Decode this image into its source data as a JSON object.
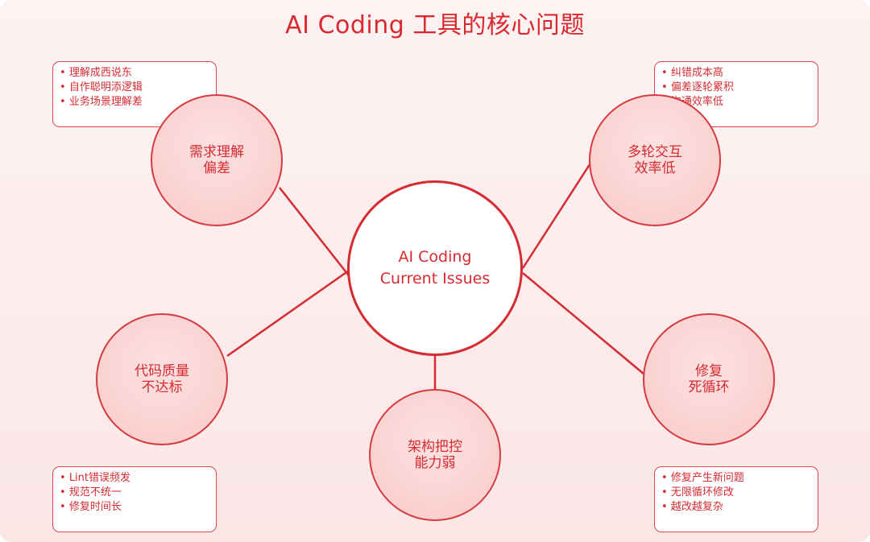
{
  "title": "AI Coding 工具的核心问题",
  "colors": {
    "accent": "#d9292f",
    "line": "#d52b31",
    "node_fill": "#f9c9c9",
    "background": "#fbe6e6"
  },
  "center": {
    "line1": "AI Coding",
    "line2": "Current Issues"
  },
  "nodes": {
    "requirements": {
      "line1": "需求理解",
      "line2": "偏差"
    },
    "interaction": {
      "line1": "多轮交互",
      "line2": "效率低"
    },
    "quality": {
      "line1": "代码质量",
      "line2": "不达标"
    },
    "loop": {
      "line1": "修复",
      "line2": "死循环"
    },
    "architecture": {
      "line1": "架构把控",
      "line2": "能力弱"
    }
  },
  "notes": {
    "requirements": [
      "理解成西说东",
      "自作聪明添逻辑",
      "业务场景理解差"
    ],
    "interaction": [
      "纠错成本高",
      "偏差逐轮累积",
      "沟通效率低"
    ],
    "quality": [
      "Lint错误频发",
      "规范不统一",
      "修复时间长"
    ],
    "loop": [
      "修复产生新问题",
      "无限循环修改",
      "越改越复杂"
    ]
  }
}
